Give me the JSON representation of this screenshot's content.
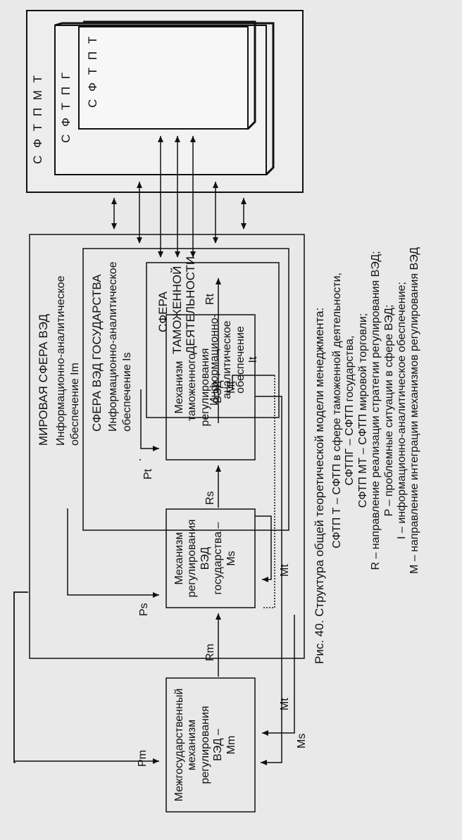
{
  "blocks": {
    "sftp_mt": "С Ф Т П  М Т",
    "sftp_g": "С Ф Т П  Г",
    "sftp_t": "С Ф Т П  Т",
    "world_title": "МИРОВАЯ СФЕРА ВЭД",
    "world_info_1": "Информационно-аналитическое",
    "world_info_2": "обеспечение Im",
    "state_title": "СФЕРА ВЭД ГОСУДАРСТВА",
    "state_info_1": "Информационно-аналитическое",
    "state_info_2": "обеспечение Is",
    "customs_title_1": "СФЕРА",
    "customs_title_2": "ТАМОЖЕННОЙ",
    "customs_title_3": "ДЕЯТЕЛЬНОСТИ",
    "customs_info_1": "Информационно-",
    "customs_info_2": "аналитическое",
    "customs_info_3": "обеспечение",
    "customs_info_4": "It",
    "mech_t_1": "Механизм",
    "mech_t_2": "таможенного",
    "mech_t_3": "регулирования",
    "mech_t_4": "ВЭД –",
    "mech_t_5": "Mt",
    "mech_s_1": "Механизм",
    "mech_s_2": "регулирования",
    "mech_s_3": "ВЭД",
    "mech_s_4": "государства –",
    "mech_s_5": "Ms",
    "mech_m_1": "Межгосударственный",
    "mech_m_2": "механизм",
    "mech_m_3": "регулирования",
    "mech_m_4": "ВЭД –",
    "mech_m_5": "Mm"
  },
  "signals": {
    "pm": "Pm",
    "ps": "Ps",
    "pt": "Pt",
    "rm": "Rm",
    "rs": "Rs",
    "rt": "Rt",
    "mt_a": "Mt",
    "mt_b": "Mt",
    "ms": "Ms"
  },
  "caption": {
    "title": "Рис. 40. Структура общей теоретической модели менеджмента:",
    "line1": "СФТП Т – СФТП в сфере таможенной деятельности,",
    "line2": "СФТПГ – СФТП государства,",
    "line3": "СФТП МТ – СФТП мировой торговли;",
    "line4": "R – направление реализации стратегии регулирования ВЭД;",
    "line5": "P – проблемные ситуации в сфере ВЭД;",
    "line6": "I – информационно-аналитическое обеспечение;",
    "line7": "M – направление интеграции механизмов регулирования ВЭД"
  }
}
